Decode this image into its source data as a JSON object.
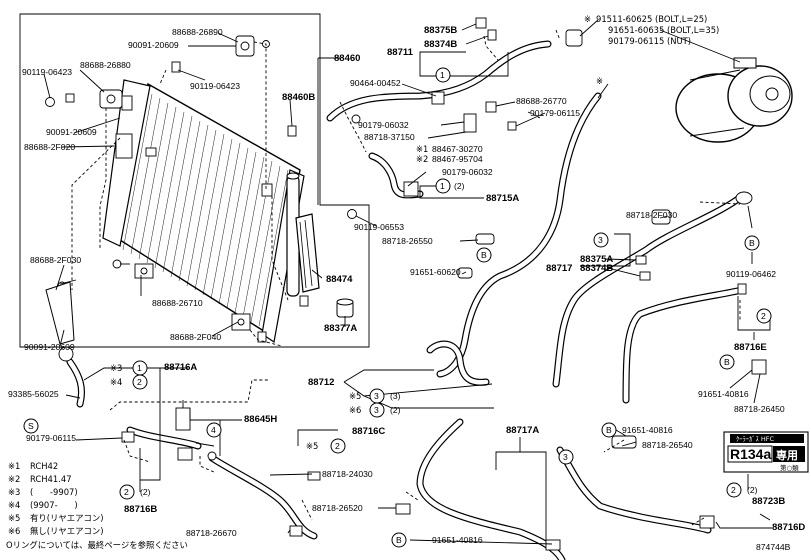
{
  "part_labels": {
    "p1": "88688-26890",
    "p2": "90091-20609",
    "p3": "88688-26880",
    "p4": "90119-06423",
    "p5": "90119-06423",
    "p6": "90091-20609",
    "p7": "88688-2F020",
    "p8": "88460",
    "p9": "88460B",
    "p10": "88375B",
    "p11": "88374B",
    "p12": "88711",
    "p13": "90464-00452",
    "p14": "88688-26770",
    "p15": "90179-06032",
    "p16": "88718-37150",
    "p17": "90179-06115",
    "p18": "88467-30270",
    "p19": "88467-95704",
    "p20": "90179-06032",
    "p21": "88715A",
    "p22": "90119-06553",
    "p23": "88718-26550",
    "p24": "91651-60620",
    "p25": "88474",
    "p26": "88377A",
    "p27": "88688-2F030",
    "p28": "88688-26710",
    "p29": "88688-2F040",
    "p30": "90091-20609",
    "p31": "88716A",
    "p32": "93385-56025",
    "p33": "90179-06115",
    "p34": "88645H",
    "p35": "88716C",
    "p36": "88712",
    "p37": "88716B",
    "p38": "88718-24030",
    "p39": "88718-26520",
    "p40": "88718-26670",
    "p41": "91651-40816",
    "p42": "88717A",
    "p43": "88718-2F030",
    "p44": "88375A",
    "p45": "88374B",
    "p46": "88717",
    "p47": "90119-06462",
    "p48": "88716E",
    "p49": "91651-40816",
    "p50": "88718-26450",
    "p51": "91651-40816",
    "p52": "88718-26540",
    "p53": "88723B",
    "p54": "88716D"
  },
  "bolt_spec": {
    "l1": "91511-60625 (BOLT,L=25)",
    "l2": "91651-60635 (BOLT,L=35)",
    "l3": "90179-06115 (NUT)"
  },
  "markers": {
    "star1": "※1",
    "star2": "※2",
    "star3": "※3",
    "star4": "※4",
    "star5": "※5",
    "star6": "※6",
    "star": "※",
    "circ1": "1",
    "circ2": "2",
    "circ3": "3",
    "circ4": "4",
    "circB": "B",
    "circS": "S",
    "q1": "(2)",
    "q2": "(3)",
    "q3": "(2)",
    "q4": "(2)",
    "q5": "(2)"
  },
  "sticker": {
    "top": "ｸｰﾗｰｶﾞｽ HFC",
    "main": "R134a",
    "suffix": "専用",
    "sub": "第○類"
  },
  "legend": [
    {
      "mark": "※1",
      "text": "RCH42"
    },
    {
      "mark": "※2",
      "text": "RCH41.47"
    },
    {
      "mark": "※3",
      "text": "(　　-9907)"
    },
    {
      "mark": "※4",
      "text": "(9907-　　)"
    },
    {
      "mark": "※5",
      "text": "有り(リヤエアコン)"
    },
    {
      "mark": "※6",
      "text": "無し(リヤエアコン)"
    }
  ],
  "footnote": "Oリングについては、最終ページを参照ください",
  "figure_id": "874744B"
}
